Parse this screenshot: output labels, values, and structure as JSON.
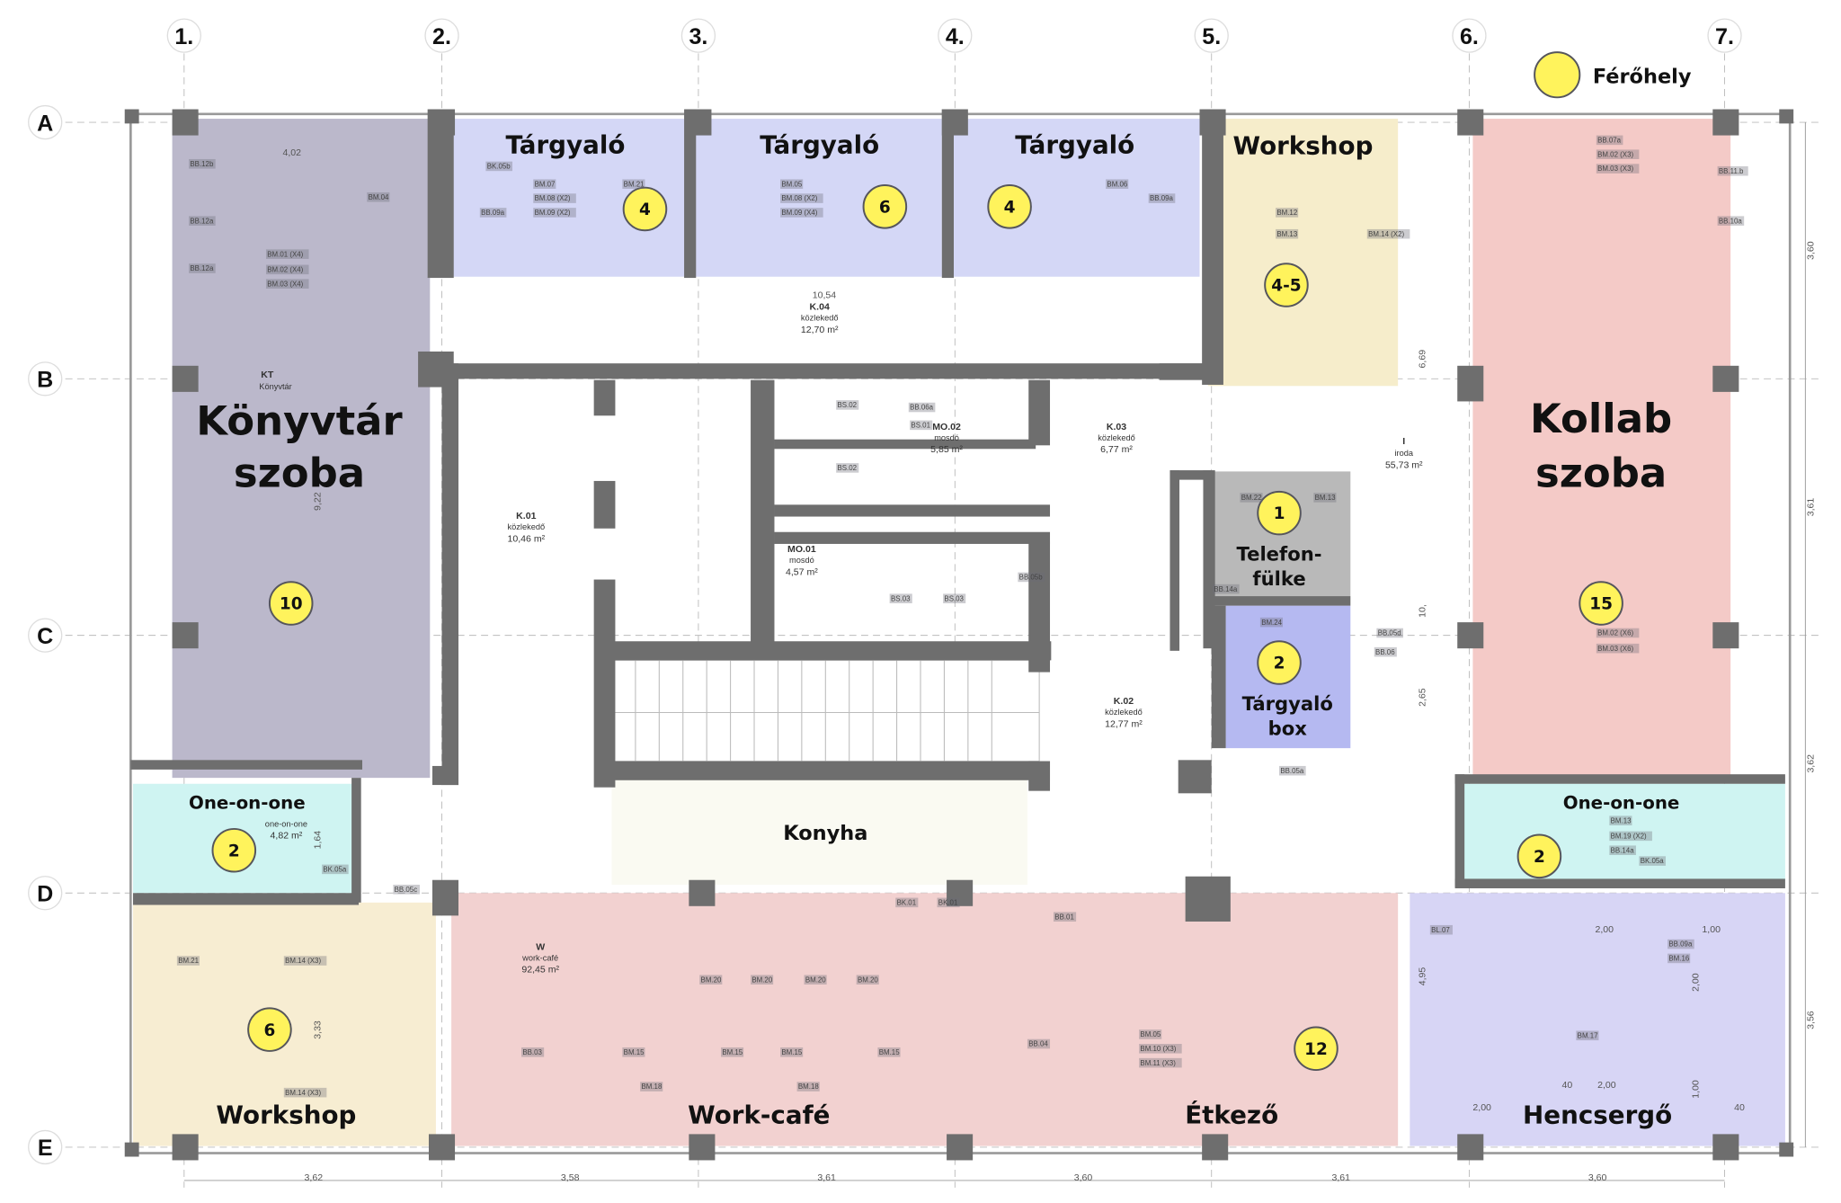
{
  "legend": {
    "label": "Férőhely",
    "color": "#fff35c"
  },
  "grid": {
    "columns": [
      "1.",
      "2.",
      "3.",
      "4.",
      "5.",
      "6.",
      "7."
    ],
    "rows": [
      "A",
      "B",
      "C",
      "D",
      "E"
    ]
  },
  "dimensions": {
    "bottom": [
      "3,62",
      "3,58",
      "3,61",
      "3,60",
      "3,61",
      "3,60"
    ],
    "right": [
      "3,60",
      "3,61",
      "3,62",
      "3,56"
    ],
    "inner": [
      "4,02",
      "10,54",
      "9,22",
      "6,69",
      "10,",
      "2,65",
      "1,64",
      "3,33",
      "4,95",
      "2,00",
      "1,00",
      "2,00",
      "1,00",
      "2,00",
      "40",
      "2,00",
      "40"
    ]
  },
  "rooms": {
    "konyvtar": {
      "title1": "Könyvtár",
      "title2": "szoba",
      "code": "KT",
      "sub": "Könyvtár",
      "capacity": "10",
      "color": "#bbb8cb"
    },
    "targyalo1": {
      "title": "Tárgyaló",
      "capacity": "4",
      "color": "#d4d7f6"
    },
    "targyalo2": {
      "title": "Tárgyaló",
      "capacity": "6",
      "color": "#d4d7f6"
    },
    "targyalo3": {
      "title": "Tárgyaló",
      "capacity": "4",
      "color": "#d4d7f6"
    },
    "workshop_top": {
      "title": "Workshop",
      "capacity": "4-5",
      "color": "#f6edcb"
    },
    "kollab": {
      "title1": "Kollab",
      "title2": "szoba",
      "capacity": "15",
      "color": "#f4cac7"
    },
    "telefon": {
      "title1": "Telefon-",
      "title2": "fülke",
      "capacity": "1",
      "color": "#b9b9b9"
    },
    "targyalo_box": {
      "title1": "Tárgyaló",
      "title2": "box",
      "capacity": "2",
      "color": "#b5b9f1"
    },
    "one_left": {
      "title": "One-on-one",
      "code": "one-on-one",
      "area": "4,82 m²",
      "capacity": "2",
      "color": "#cff4f2"
    },
    "one_right": {
      "title": "One-on-one",
      "capacity": "2",
      "color": "#cff4f2"
    },
    "workshop_bottom": {
      "title": "Workshop",
      "capacity": "6",
      "color": "#f7edd2"
    },
    "workcafe": {
      "title": "Work-café",
      "code": "W",
      "sub": "work-café",
      "area": "92,45 m²",
      "color": "#f2d1d0"
    },
    "etkezo": {
      "title": "Étkező",
      "capacity": "12"
    },
    "hencsergo": {
      "title": "Hencsergő",
      "color": "#d7d5f5"
    },
    "konyha": {
      "title": "Konyha"
    }
  },
  "spaces": [
    {
      "code": "K.04",
      "type": "közlekedő",
      "area": "12,70 m²"
    },
    {
      "code": "K.01",
      "type": "közlekedő",
      "area": "10,46 m²"
    },
    {
      "code": "MO.02",
      "type": "mosdó",
      "area": "5,85 m²"
    },
    {
      "code": "K.03",
      "type": "közlekedő",
      "area": "6,77 m²"
    },
    {
      "code": "MO.01",
      "type": "mosdó",
      "area": "4,57 m²"
    },
    {
      "code": "K.02",
      "type": "közlekedő",
      "area": "12,77 m²"
    },
    {
      "code": "I",
      "type": "iroda",
      "area": "55,73 m²"
    }
  ],
  "tags": [
    "BB.12b",
    "BB.12a",
    "BB.12a",
    "BM.04",
    "BM.01 (X4)",
    "BM.02 (X4)",
    "BM.03 (X4)",
    "BK.05b",
    "BM.07",
    "BM.08 (X2)",
    "BM.09 (X2)",
    "BM.21",
    "BB.09a",
    "BM.05",
    "BM.08 (X2)",
    "BM.09 (X4)",
    "BM.06",
    "BB.09a",
    "BM.12",
    "BM.13",
    "BM.14 (X2)",
    "BB.07a",
    "BM.02 (X3)",
    "BM.03 (X3)",
    "BB.11.b",
    "BB.10a",
    "BS.02",
    "BS.02",
    "BB.06a",
    "BS.01",
    "BS.03",
    "BS.03",
    "BB.05b",
    "BM.22",
    "BM.13",
    "BB.14a",
    "BM.24",
    "BB.05d",
    "BB.06",
    "BB.05a",
    "BM.02 (X6)",
    "BM.03 (X6)",
    "BM.13",
    "BM.19 (X2)",
    "BB.14a",
    "BK.05a",
    "BK.05a",
    "BB.05c",
    "BM.21",
    "BM.14 (X3)",
    "BM.14 (X3)",
    "BM.20",
    "BM.20",
    "BM.20",
    "BM.20",
    "BB.03",
    "BM.15",
    "BM.15",
    "BM.15",
    "BM.15",
    "BM.18",
    "BM.18",
    "BK.01",
    "BK.01",
    "BB.01",
    "BB.04",
    "BM.05",
    "BM.10 (X3)",
    "BM.11 (X3)",
    "BL.07",
    "BB.09a",
    "BM.16",
    "BM.17"
  ]
}
